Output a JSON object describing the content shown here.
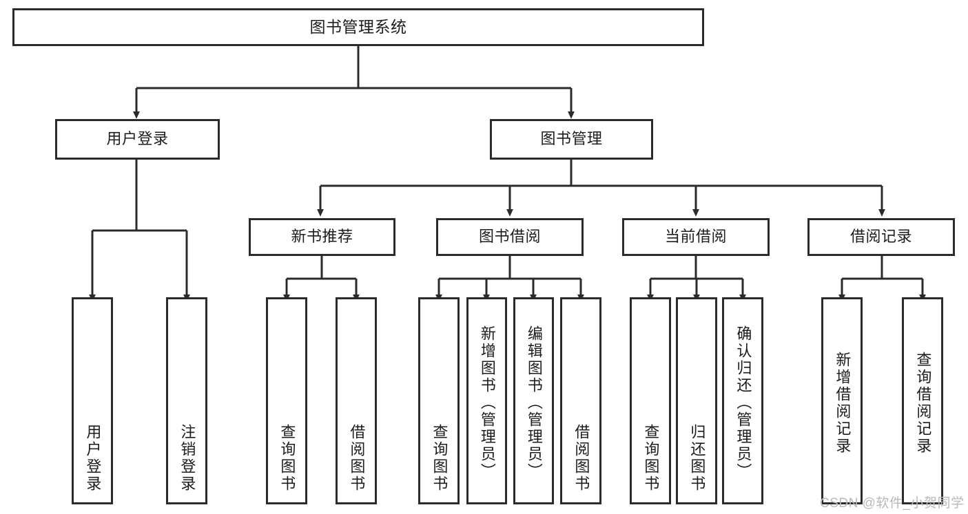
{
  "diagram": {
    "title": "图书管理系统",
    "type": "tree",
    "colors": {
      "box_border": "#2b2b2b",
      "box_fill": "#ffffff",
      "connector": "#2b2b2b",
      "text": "#1c1c1c",
      "watermark": "#b9b9b9"
    }
  },
  "nodes": {
    "root": {
      "label": "图书管理系统"
    },
    "level2": [
      {
        "id": "user-login",
        "label": "用户登录"
      },
      {
        "id": "book-manage",
        "label": "图书管理"
      }
    ],
    "level3": [
      {
        "id": "new-book-recommend",
        "label": "新书推荐"
      },
      {
        "id": "book-borrow",
        "label": "图书借阅"
      },
      {
        "id": "current-borrow",
        "label": "当前借阅"
      },
      {
        "id": "borrow-record",
        "label": "借阅记录"
      }
    ],
    "leaves": {
      "user_login": [
        {
          "id": "leaf-user-login",
          "label": "用户登录"
        },
        {
          "id": "leaf-logout-login",
          "label": "注销登录"
        }
      ],
      "new_book_recommend": [
        {
          "id": "leaf-query-book-1",
          "label": "查询图书"
        },
        {
          "id": "leaf-borrow-book-1",
          "label": "借阅图书"
        }
      ],
      "book_borrow": [
        {
          "id": "leaf-query-book-2",
          "label": "查询图书"
        },
        {
          "id": "leaf-add-book",
          "label": "新增图书（管理员）"
        },
        {
          "id": "leaf-edit-book",
          "label": "编辑图书（管理员）"
        },
        {
          "id": "leaf-borrow-book-2",
          "label": "借阅图书"
        }
      ],
      "current_borrow": [
        {
          "id": "leaf-query-book-3",
          "label": "查询图书"
        },
        {
          "id": "leaf-return-book",
          "label": "归还图书"
        },
        {
          "id": "leaf-confirm-return",
          "label": "确认归还（管理员）"
        }
      ],
      "borrow_record": [
        {
          "id": "leaf-add-borrow-record",
          "label": "新增借阅记录"
        },
        {
          "id": "leaf-query-borrow-record",
          "label": "查询借阅记录"
        }
      ]
    }
  },
  "watermark": {
    "text": "CSDN @软件_小贺同学"
  }
}
